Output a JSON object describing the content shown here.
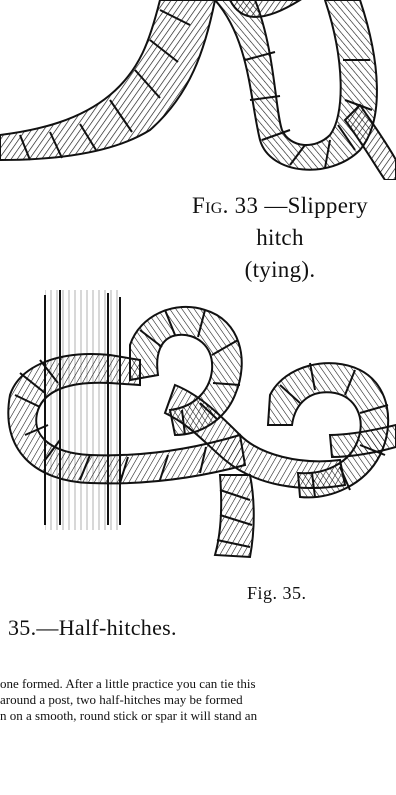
{
  "figure_33": {
    "illustration": "slippery-hitch-rope-drawing",
    "caption_prefix": "Fig. 33",
    "caption_text": "—Slippery hitch",
    "caption_line2": "(tying)."
  },
  "figure_35": {
    "illustration": "half-hitches-around-post-drawing",
    "label": "Fig. 35.",
    "caption": "35.—Half-hitches."
  },
  "body_text": {
    "lines": [
      "one formed. After a little practice you can tie this",
      "around a post, two half-hitches may be formed",
      "n on a smooth, round stick or spar it will stand an"
    ]
  }
}
